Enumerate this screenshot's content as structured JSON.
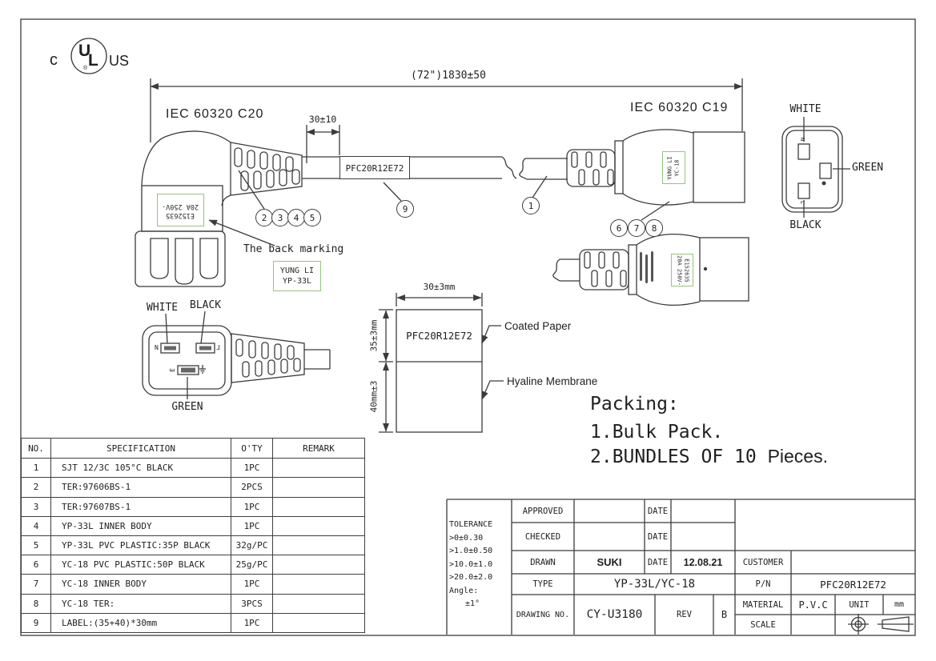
{
  "ul_logo": {
    "c": "c",
    "u": "U",
    "l": "L",
    "us": "US",
    "registered": "®"
  },
  "drawing": {
    "overall_dim": "(72\")1830±50",
    "c20_title": "IEC 60320 C20",
    "c19_title": "IEC 60320 C19",
    "strip_dim": "30±10",
    "cable_label": "PFC20R12E72",
    "callouts": [
      "1",
      "2",
      "3",
      "4",
      "5",
      "6",
      "7",
      "8",
      "9"
    ],
    "c20_marking": {
      "line1": "E152635",
      "line2": "20A 250V-"
    },
    "c19_marking": {
      "line1": "YUNG LI",
      "line2": "YC-18"
    },
    "c19_rear_marking": {
      "line1": "E152635",
      "line2": "20A 250V-"
    },
    "back_marking_note": "The back marking",
    "back_marking_label": {
      "line1": "YUNG LI",
      "line2": "YP-33L"
    },
    "c19_face": {
      "white": "WHITE",
      "green": "GREEN",
      "black": "BLACK",
      "pin_top": "N",
      "pin_bottom": "L"
    },
    "c20_face": {
      "white": "WHITE",
      "black": "BLACK",
      "green": "GREEN",
      "pin_left": "N",
      "pin_right": "L",
      "pin_earth": "E"
    }
  },
  "label_detail": {
    "width_dim": "30±3mm",
    "upper_height_dim": "35±3mm",
    "lower_height_dim": "40mm±3",
    "label_text": "PFC20R12E72",
    "upper_callout": "Coated Paper",
    "lower_callout": "Hyaline Membrane"
  },
  "packing": {
    "title": "Packing:",
    "item1": "1.Bulk Pack.",
    "item2": "2.BUNDLES OF 10 ",
    "item2_suffix": "Pieces."
  },
  "spec_table": {
    "headers": [
      "NO.",
      "SPECIFICATION",
      "O'TY",
      "REMARK"
    ],
    "rows": [
      {
        "no": "1",
        "spec": "SJT 12/3C 105°C BLACK",
        "qty": "1PC",
        "remark": ""
      },
      {
        "no": "2",
        "spec": "TER:97606BS-1",
        "qty": "2PCS",
        "remark": ""
      },
      {
        "no": "3",
        "spec": "TER:97607BS-1",
        "qty": "1PC",
        "remark": ""
      },
      {
        "no": "4",
        "spec": "YP-33L INNER BODY",
        "qty": "1PC",
        "remark": ""
      },
      {
        "no": "5",
        "spec": "YP-33L PVC PLASTIC:35P BLACK",
        "qty": "32g/PC",
        "remark": ""
      },
      {
        "no": "6",
        "spec": "YC-18 PVC PLASTIC:50P BLACK",
        "qty": "25g/PC",
        "remark": ""
      },
      {
        "no": "7",
        "spec": "YC-18 INNER BODY",
        "qty": "1PC",
        "remark": ""
      },
      {
        "no": "8",
        "spec": "YC-18 TER:",
        "qty": "3PCS",
        "remark": ""
      },
      {
        "no": "9",
        "spec": "LABEL:(35+40)*30mm",
        "qty": "1PC",
        "remark": ""
      }
    ]
  },
  "title_block": {
    "tolerance": [
      "TOLERANCE",
      ">0±0.30",
      ">1.0±0.50",
      ">10.0±1.0",
      ">20.0±2.0",
      "Angle:",
      "±1°"
    ],
    "approved_label": "APPROVED",
    "checked_label": "CHECKED",
    "drawn_label": "DRAWN",
    "date_label": "DATE",
    "drawn_by": "SUKI",
    "drawn_date": "12.08.21",
    "type_label": "TYPE",
    "type_value": "YP-33L/YC-18",
    "drawing_no_label": "DRAWING NO.",
    "drawing_no": "CY-U3180",
    "rev_label": "REV",
    "rev": "B",
    "customer_label": "CUSTOMER",
    "customer": "",
    "pn_label": "P/N",
    "pn": "PFC20R12E72",
    "material_label": "MATERIAL",
    "material": "P.V.C",
    "unit_label": "UNIT",
    "unit": "mm",
    "scale_label": "SCALE",
    "scale": ""
  },
  "colors": {
    "line": "#3b3b3b",
    "text": "#1f1f1f",
    "marking_green": "#94c47d"
  }
}
